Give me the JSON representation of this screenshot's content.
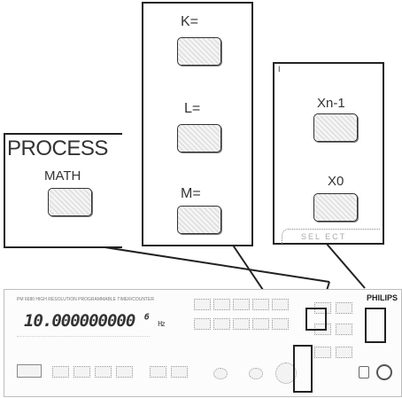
{
  "zoom_panels": {
    "process": {
      "title": "PROCESS",
      "key_label": "MATH"
    },
    "constants": {
      "keys": [
        "K=",
        "L=",
        "M="
      ]
    },
    "x_recall": {
      "corner_mark": "I",
      "keys": [
        "Xn-1",
        "X0"
      ],
      "footer": "SEL ECT"
    }
  },
  "instrument": {
    "brand": "PHILIPS",
    "model_line": "PM 6680 HIGH RESOLUTION PROGRAMMABLE TIMER/COUNTER",
    "display_value": "10.000000000",
    "display_exponent": "6",
    "display_unit": "Hz"
  },
  "colors": {
    "outline": "#222222",
    "key_fill": "#e8e8e8",
    "panel_bg": "#ffffff"
  }
}
